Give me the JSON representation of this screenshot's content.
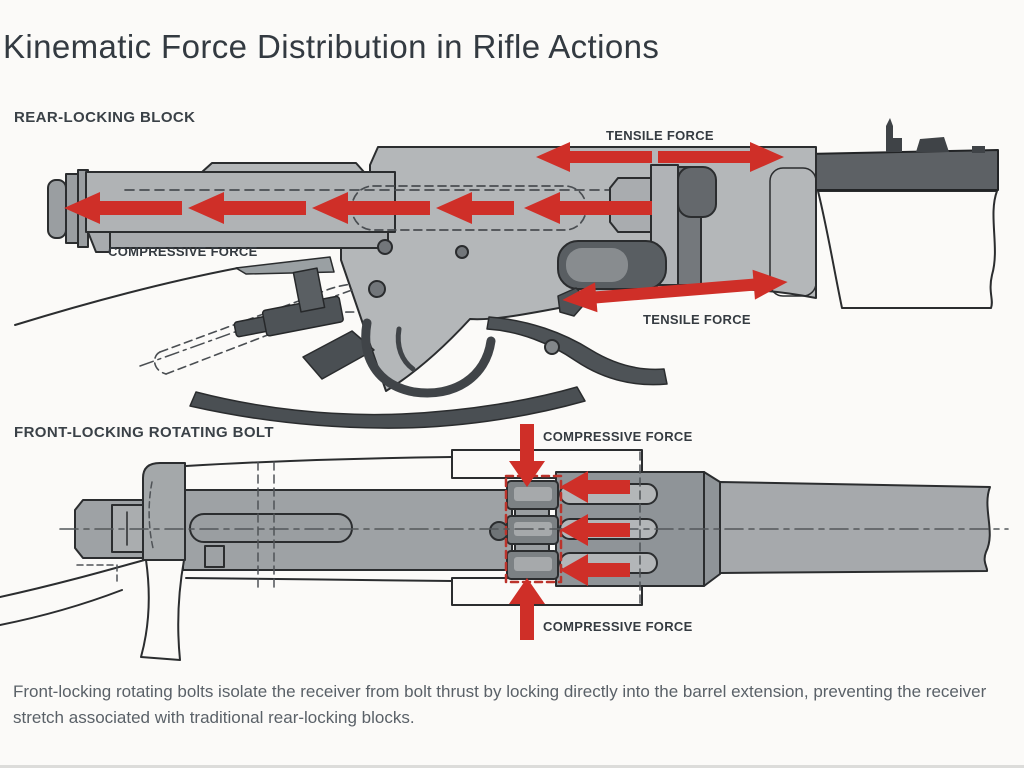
{
  "title": "Kinematic Force Distribution in Rifle Actions",
  "diagrams": {
    "rear_locking": {
      "label": "REAR-LOCKING BLOCK",
      "annotations": {
        "tensile_top": "TENSILE FORCE",
        "compressive": "COMPRESSIVE FORCE",
        "tensile_bottom": "TENSILE FORCE"
      }
    },
    "front_locking": {
      "label": "FRONT-LOCKING ROTATING BOLT",
      "annotations": {
        "compressive_top": "COMPRESSIVE FORCE",
        "compressive_bottom": "COMPRESSIVE FORCE"
      }
    }
  },
  "caption": "Front-locking rotating bolts isolate the receiver from bolt thrust by locking directly into the barrel extension, preventing the receiver stretch associated with traditional rear-locking blocks.",
  "colors": {
    "force_arrow_red": "#cf2f28",
    "lug_highlight_red_dashed": "#bb332b",
    "metal_light_gray": "#b4b7b9",
    "metal_medium_gray": "#8f9498",
    "metal_dark_gray": "#4e5357",
    "outline": "#2b2d2f",
    "background": "#fbfaf8",
    "label_text": "#3a4147",
    "caption_text": "#5a6168"
  }
}
